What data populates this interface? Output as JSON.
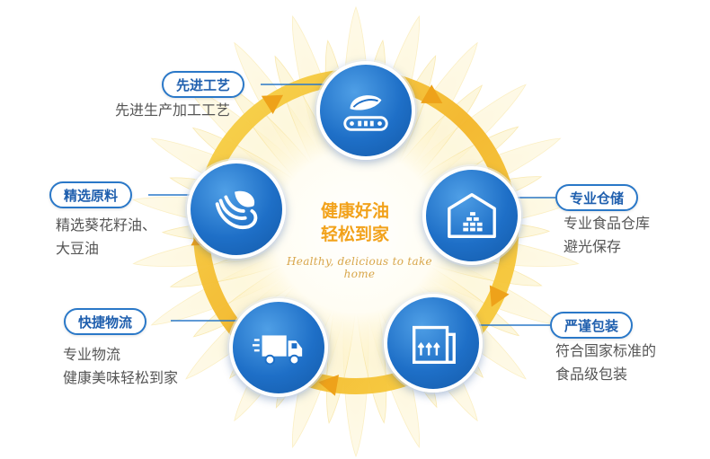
{
  "center": {
    "line1": "健康好油",
    "line2": "轻松到家",
    "slogan": "Healthy, delicious to take home"
  },
  "steps": [
    {
      "label": "先进工艺",
      "desc_lines": [
        "先进生产加工工艺"
      ],
      "icon": "conveyor-seed-icon"
    },
    {
      "label": "专业仓储",
      "desc_lines": [
        "专业食品仓库",
        "避光保存"
      ],
      "icon": "warehouse-icon"
    },
    {
      "label": "严谨包装",
      "desc_lines": [
        "符合国家标准的",
        "食品级包装"
      ],
      "icon": "package-box-icon"
    },
    {
      "label": "快捷物流",
      "desc_lines": [
        "专业物流",
        "健康美味轻松到家"
      ],
      "icon": "delivery-truck-icon"
    },
    {
      "label": "精选原料",
      "desc_lines": [
        "精选葵花籽油、",
        "大豆油"
      ],
      "icon": "hand-seed-icon"
    }
  ],
  "colors": {
    "node_blue": "#1e6fc7",
    "pill_border": "#2a78c8",
    "pill_text": "#1f5fae",
    "ring_yellow": "#f5c230",
    "arrow_orange": "#eea21a",
    "center_text": "#f2a21b"
  }
}
